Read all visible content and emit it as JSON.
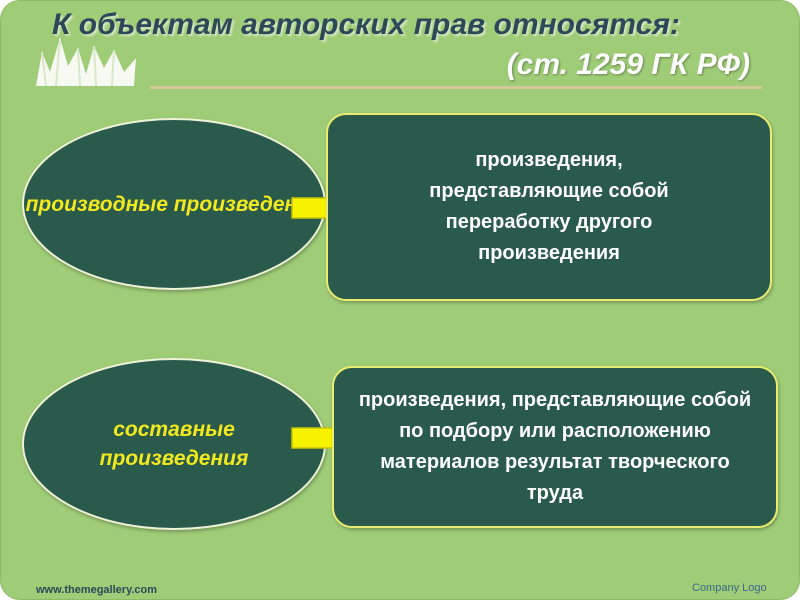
{
  "slide": {
    "title": "К объектам авторских прав относятся:",
    "subtitle": "(ст. 1259 ГК РФ)"
  },
  "rows": [
    {
      "term": "производные произведения",
      "definition": "произведения, представляющие собой переработку другого произведения"
    },
    {
      "term": "составные произведения",
      "definition": "произведения, представляющие собой по подбору или расположению материалов результат творческого труда"
    }
  ],
  "footer": {
    "url": "www.themegallery.com",
    "company_logo": "Company Logo"
  },
  "colors": {
    "background": "#9fcc77",
    "shape_fill": "#2a5a4b",
    "term_text": "#f2ea1e",
    "arrow": "#f7f200",
    "title": "#2d4858"
  },
  "icons": {
    "arrow": "right-arrow-icon",
    "corner_logo": "corner-logo-icon"
  }
}
